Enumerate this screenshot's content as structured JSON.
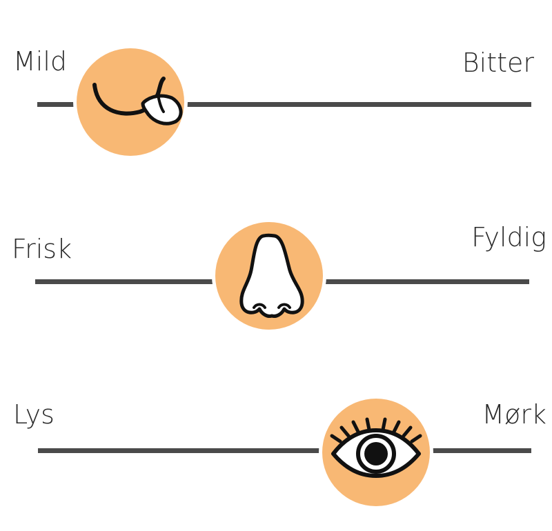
{
  "colors": {
    "knob": "#f8b874",
    "track": "#4a4a4a",
    "text": "#2b2b2b"
  },
  "scales": [
    {
      "id": "taste",
      "left_label": "Mild",
      "right_label": "Bitter",
      "icon": "tongue-out-mouth-icon",
      "position_percent": 10
    },
    {
      "id": "smell",
      "left_label": "Frisk",
      "right_label": "Fyldig",
      "icon": "nose-icon",
      "position_percent": 47
    },
    {
      "id": "look",
      "left_label": "Lys",
      "right_label": "Mørk",
      "icon": "eye-icon",
      "position_percent": 77
    }
  ]
}
